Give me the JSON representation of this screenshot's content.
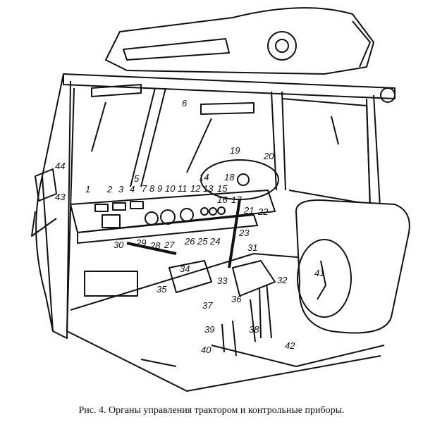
{
  "figure": {
    "caption": "Рис. 4. Органы управления трактором и контрольные приборы.",
    "callouts": [
      "1",
      "2",
      "3",
      "4",
      "5",
      "6",
      "7",
      "8",
      "9",
      "10",
      "11",
      "12",
      "13",
      "14",
      "15",
      "16",
      "17",
      "18",
      "19",
      "20",
      "21",
      "22",
      "23",
      "24",
      "25",
      "26",
      "27",
      "28",
      "29",
      "30",
      "31",
      "32",
      "33",
      "34",
      "35",
      "36",
      "37",
      "38",
      "39",
      "40",
      "41",
      "42",
      "43",
      "44"
    ]
  }
}
